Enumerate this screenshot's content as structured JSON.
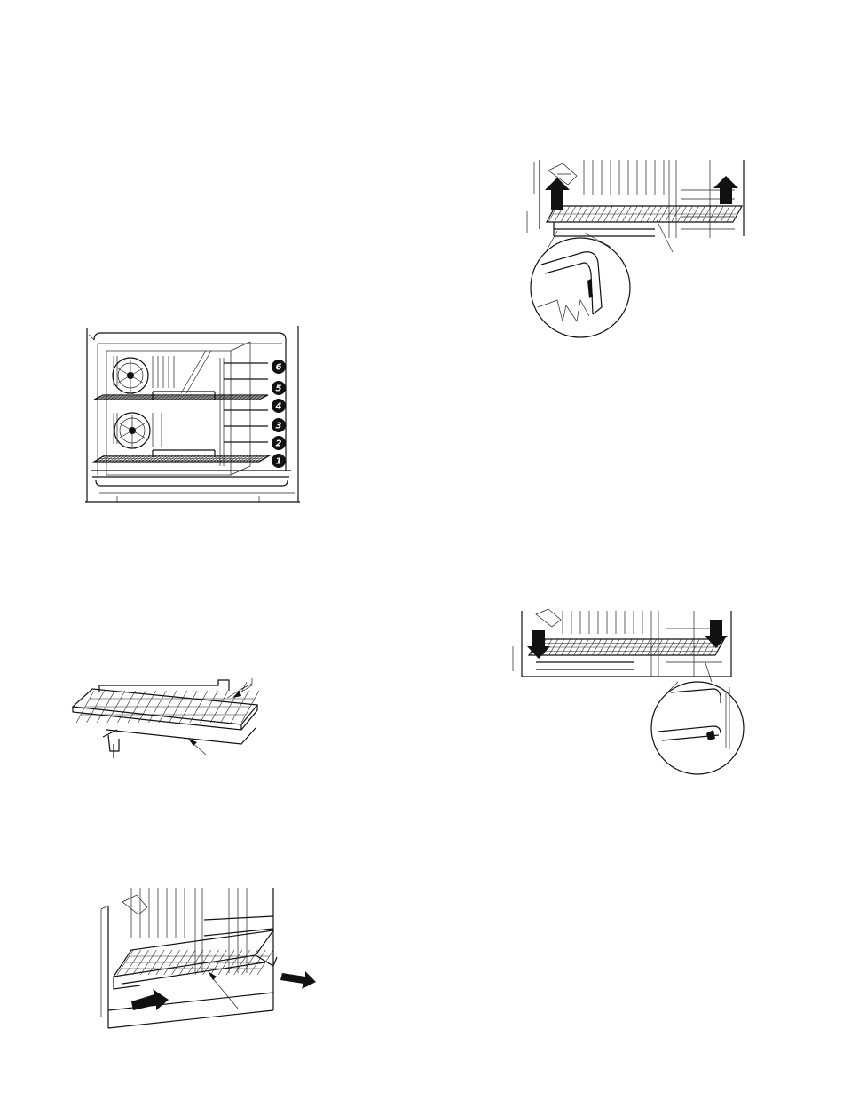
{
  "figures": [
    {
      "id": "oven-rack-positions",
      "icon": "oven-interior-rack-levels"
    },
    {
      "id": "rack-lift-out",
      "icon": "rack-lifting-out-with-detail"
    },
    {
      "id": "rack-with-runners",
      "icon": "wire-rack-with-telescopic-runners"
    },
    {
      "id": "rack-lower-in",
      "icon": "rack-lowering-in-with-detail"
    },
    {
      "id": "runners-pull-out",
      "icon": "telescopic-runners-pulled-out"
    }
  ],
  "rack_levels": [
    "6",
    "5",
    "4",
    "3",
    "2",
    "1"
  ],
  "colors": {
    "line": "#111111",
    "background": "#ffffff"
  }
}
